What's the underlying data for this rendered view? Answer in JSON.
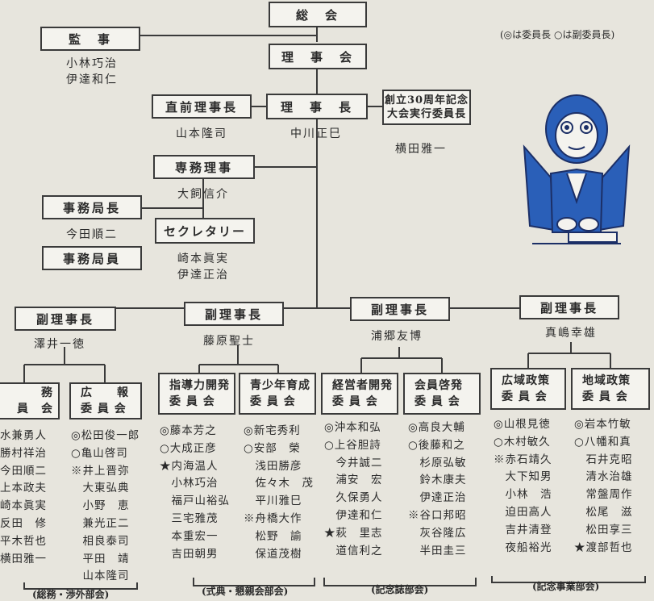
{
  "legend": "(◎は委員長 ○は副委員長)",
  "top": {
    "general_meeting": "総　会",
    "auditor": "監　事",
    "auditor_members": [
      "小林巧治",
      "伊達和仁"
    ],
    "board": "理　事　会",
    "former_president": "直前理事長",
    "former_president_name": "山本隆司",
    "president": "理　事　長",
    "president_name": "中川正巳",
    "anniversary_line1": "創立30周年記念",
    "anniversary_line2": "大会実行委員長",
    "anniversary_name": "横田雅一",
    "executive_director": "専務理事",
    "executive_director_name": "大飼信介",
    "secretariat_chief": "事務局長",
    "secretariat_chief_name": "今田順二",
    "secretariat_staff": "事務局員",
    "secretary": "セクレタリー",
    "secretary_names": [
      "崎本眞実",
      "伊達正治"
    ]
  },
  "vice_presidents": [
    {
      "title": "副理事長",
      "name": "澤井一徳"
    },
    {
      "title": "副理事長",
      "name": "藤原聖士"
    },
    {
      "title": "副理事長",
      "name": "浦郷友博"
    },
    {
      "title": "副理事長",
      "name": "真嶋幸雄"
    }
  ],
  "committees": [
    {
      "line1": "務",
      "line2": "員　会",
      "members": [
        "水兼勇人",
        "勝村祥治",
        "今田順二",
        "上本政夫",
        "崎本眞実",
        "反田　修",
        "平木哲也",
        "横田雅一"
      ]
    },
    {
      "line1": "広　　報",
      "line2": "委 員 会",
      "members": [
        "◎松田俊一郎",
        "○亀山啓司",
        "※井上晋弥",
        "　大東弘典",
        "　小野　恵",
        "　兼光正二",
        "　相良泰司",
        "　平田　靖",
        "　山本隆司"
      ]
    },
    {
      "line1": "指導力開発",
      "line2": "委 員 会",
      "members": [
        "◎藤本芳之",
        "○大成正彦",
        "★内海温人",
        "　小林巧治",
        "　福戸山裕弘",
        "　三宅雅茂",
        "　本重宏一",
        "　吉田朝男"
      ]
    },
    {
      "line1": "青少年育成",
      "line2": "委 員 会",
      "members": [
        "◎新宅秀利",
        "○安部　榮",
        "　浅田勝彦",
        "　佐々木　茂",
        "　平川雅巳",
        "※舟橋大作",
        "　松野　諭",
        "　保道茂樹"
      ]
    },
    {
      "line1": "経営者開発",
      "line2": "委 員 会",
      "members": [
        "◎沖本和弘",
        "○上谷胆詩",
        "　今井誠二",
        "　浦安　宏",
        "　久保勇人",
        "　伊達和仁",
        "★萩　里志",
        "　道信利之"
      ]
    },
    {
      "line1": "会員啓発",
      "line2": "委 員 会",
      "members": [
        "◎高良大輔",
        "○後藤和之",
        "　杉原弘敏",
        "　鈴木康夫",
        "　伊達正治",
        "※谷口邦昭",
        "　灰谷隆広",
        "　半田圭三"
      ]
    },
    {
      "line1": "広域政策",
      "line2": "委 員 会",
      "members": [
        "◎山根見徳",
        "○木村敏久",
        "※赤石靖久",
        "　大下知男",
        "　小林　浩",
        "　迫田高人",
        "　吉井清登",
        "　夜船裕光"
      ]
    },
    {
      "line1": "地域政策",
      "line2": "委 員 会",
      "members": [
        "◎岩本竹敏",
        "○八幡和真",
        "　石井克昭",
        "　清水治雄",
        "　常盤周作",
        "　松尾　滋",
        "　松田享三",
        "★渡部哲也"
      ]
    }
  ],
  "footers": [
    "(総務・渉外部会)",
    "(式典・懇親会部会)",
    "(記念誌部会)",
    "(記念事業部会)"
  ],
  "colors": {
    "background": "#e7e5dd",
    "box": "#f4f3ee",
    "line": "#3a3a3a",
    "mascot_blue": "#2a5fb8"
  }
}
